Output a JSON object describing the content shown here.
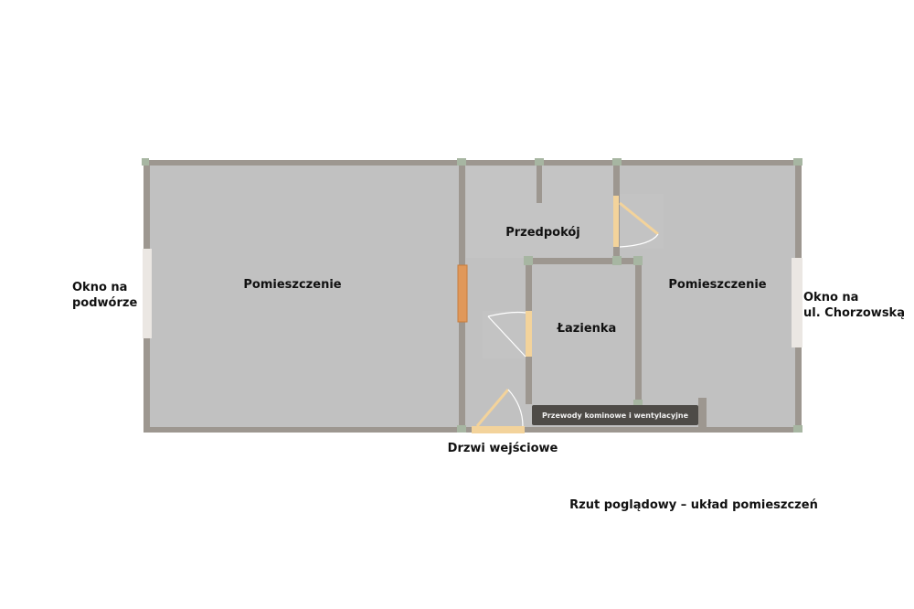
{
  "rooms": {
    "left_room": "Pomieszczenie",
    "right_room": "Pomieszczenie",
    "hallway": "Przedpokój",
    "bathroom": "Łazienka"
  },
  "ducts": "Przewody kominowe i wentylacyjne",
  "outside": {
    "window_yard_line1": "Okno na",
    "window_yard_line2": "podwórze",
    "window_street_line1": "Okno na",
    "window_street_line2": "ul. Chorzowską",
    "entrance_door": "Drzwi wejściowe"
  },
  "caption": "Rzut poglądowy – układ pomieszczeń",
  "colors": {
    "floor": "#c1c1c1",
    "wall": "#9d9790",
    "door_leaf": "#f3d39b",
    "door_swing": "#ffffff",
    "window": "#ebe7e3",
    "duct": "#4e4b47"
  }
}
